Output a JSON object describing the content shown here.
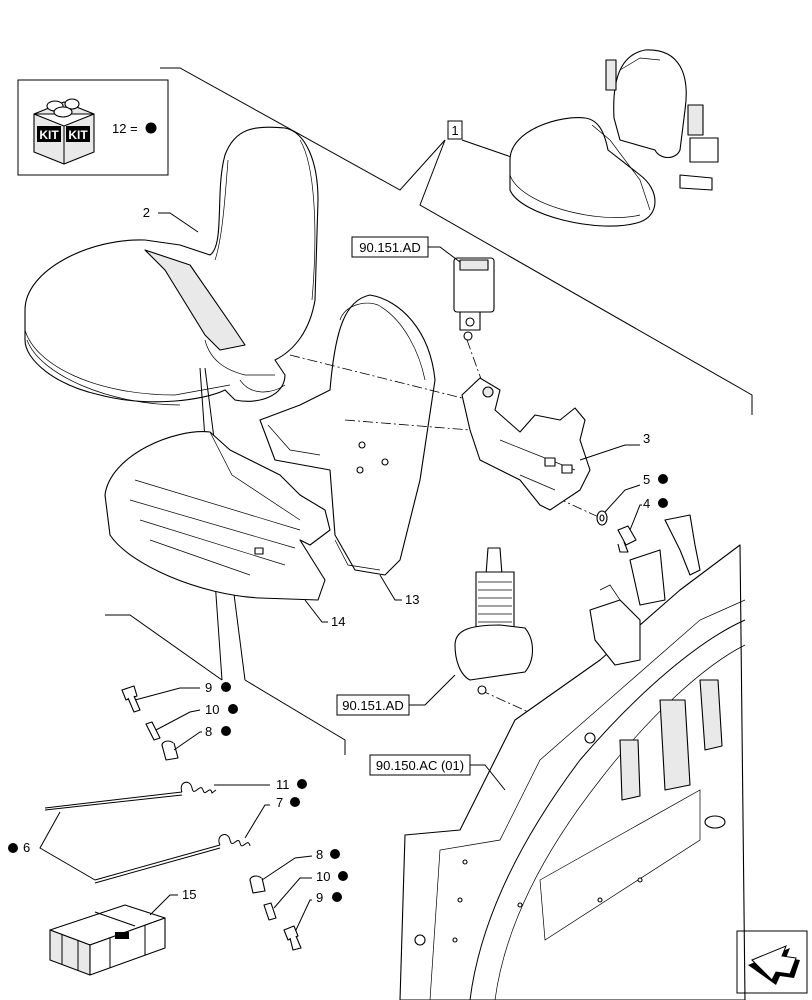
{
  "kit_box": {
    "kit_text_1": "KIT",
    "kit_text_2": "KIT",
    "legend_text": "12 ="
  },
  "callouts": {
    "c1": "1",
    "c2": "2",
    "c3": "3",
    "c4": "4",
    "c5": "5",
    "c6": "6",
    "c7": "7",
    "c8a": "8",
    "c8b": "8",
    "c9a": "9",
    "c9b": "9",
    "c10a": "10",
    "c10b": "10",
    "c11": "11",
    "c13": "13",
    "c14": "14",
    "c15": "15"
  },
  "references": {
    "ref_seatbelt_top": "90.151.AD",
    "ref_seatbelt_bottom": "90.151.AD",
    "ref_frame": "90.150.AC (01)"
  },
  "crate_text": "",
  "colors": {
    "ink": "#000000",
    "background": "#ffffff",
    "bullet": "#000000"
  },
  "icons": [
    "kit-box-icon",
    "crate-icon",
    "navigation-arrow-icon"
  ]
}
